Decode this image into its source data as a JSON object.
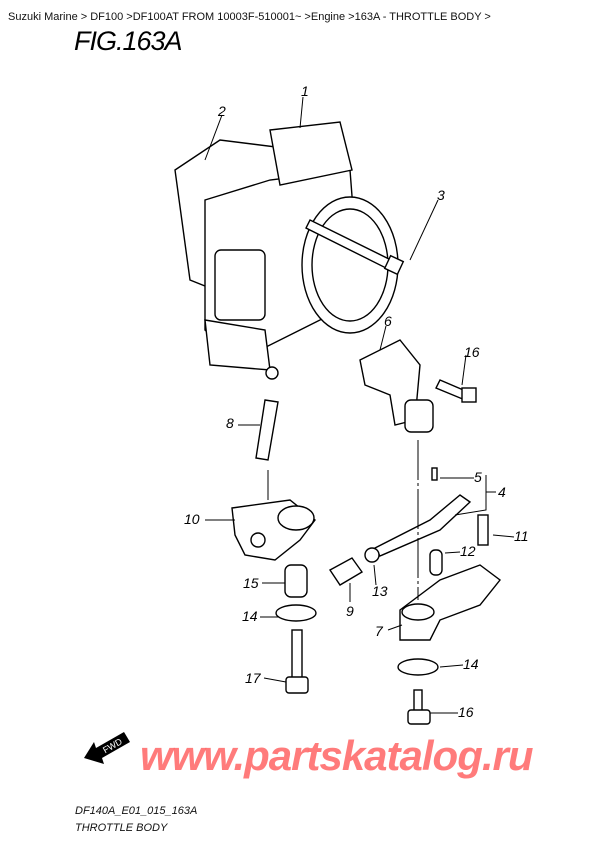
{
  "breadcrumb": "Suzuki Marine > DF100 >DF100AT FROM 10003F-510001~ >Engine >163A - THROTTLE BODY >",
  "figure_title": "FIG.163A",
  "callouts": [
    "1",
    "2",
    "3",
    "4",
    "5",
    "6",
    "7",
    "8",
    "9",
    "10",
    "11",
    "12",
    "13",
    "14",
    "14",
    "15",
    "16",
    "16",
    "17"
  ],
  "fwd_label": "FWD",
  "watermark": "www.partskatalog.ru",
  "watermark_color": "#ff6b6b",
  "diagram_code": "DF140A_E01_015_163A",
  "diagram_caption": "THROTTLE BODY"
}
